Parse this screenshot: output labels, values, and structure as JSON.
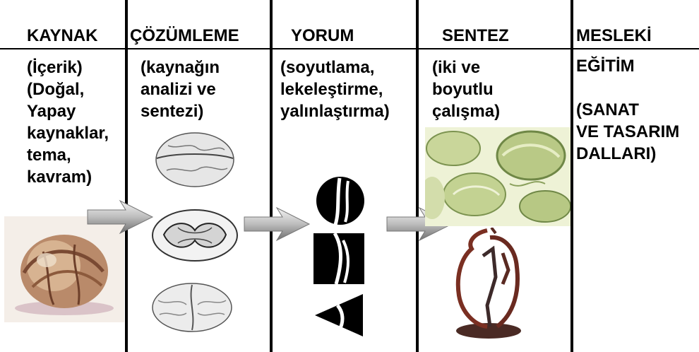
{
  "columns": [
    {
      "heading": "KAYNAK",
      "text": "(İçerik)\n(Doğal,\nYapay\nkaynaklar,\ntema,\nkavram)"
    },
    {
      "heading": "ÇÖZÜMLEME",
      "text": "(kaynağın\nanalizi ve\nsentezi)"
    },
    {
      "heading": "YORUM",
      "text": "(soyutlama,\nlekeleştirme,\nyalınlaştırma)"
    },
    {
      "heading": "SENTEZ",
      "text": "(iki ve\nboyutlu\nçalışma)"
    },
    {
      "heading": "MESLEKİ",
      "text": "EĞİTİM\n\n(SANAT\nVE TASARIM\nDALLARI)"
    }
  ]
}
